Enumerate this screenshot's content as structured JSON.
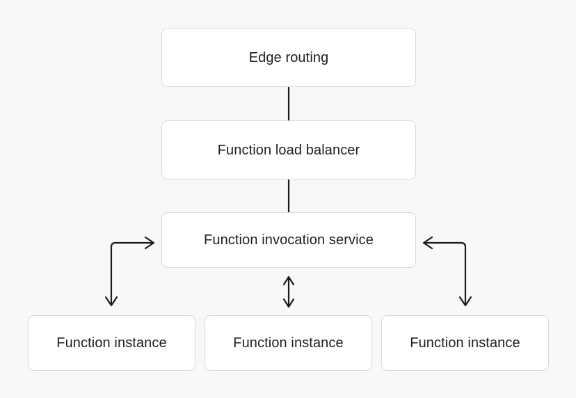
{
  "diagram": {
    "type": "flow-diagram",
    "background_color": "#f8f8f8",
    "node_fill": "#ffffff",
    "node_border_color": "#dadada",
    "text_color": "#1f1f1f",
    "connector_color": "#1a1a1a",
    "nodes": [
      {
        "id": "edge-routing",
        "label": "Edge routing"
      },
      {
        "id": "load-balancer",
        "label": "Function load balancer"
      },
      {
        "id": "invocation-service",
        "label": "Function invocation service"
      },
      {
        "id": "instance-left",
        "label": "Function instance"
      },
      {
        "id": "instance-center",
        "label": "Function instance"
      },
      {
        "id": "instance-right",
        "label": "Function instance"
      }
    ],
    "connectors": [
      {
        "id": "edge-routing-to-load-balancer",
        "from": "edge-routing",
        "to": "load-balancer",
        "style": "plain-line",
        "arrowheads": "none"
      },
      {
        "id": "load-balancer-to-invocation-service",
        "from": "load-balancer",
        "to": "invocation-service",
        "style": "plain-line",
        "arrowheads": "none"
      },
      {
        "id": "invocation-service-to-instance-left",
        "from": "invocation-service",
        "to": "instance-left",
        "style": "elbow",
        "arrowheads": "both"
      },
      {
        "id": "invocation-service-to-instance-center",
        "from": "invocation-service",
        "to": "instance-center",
        "style": "vertical",
        "arrowheads": "both"
      },
      {
        "id": "invocation-service-to-instance-right",
        "from": "invocation-service",
        "to": "instance-right",
        "style": "elbow",
        "arrowheads": "both"
      }
    ]
  }
}
